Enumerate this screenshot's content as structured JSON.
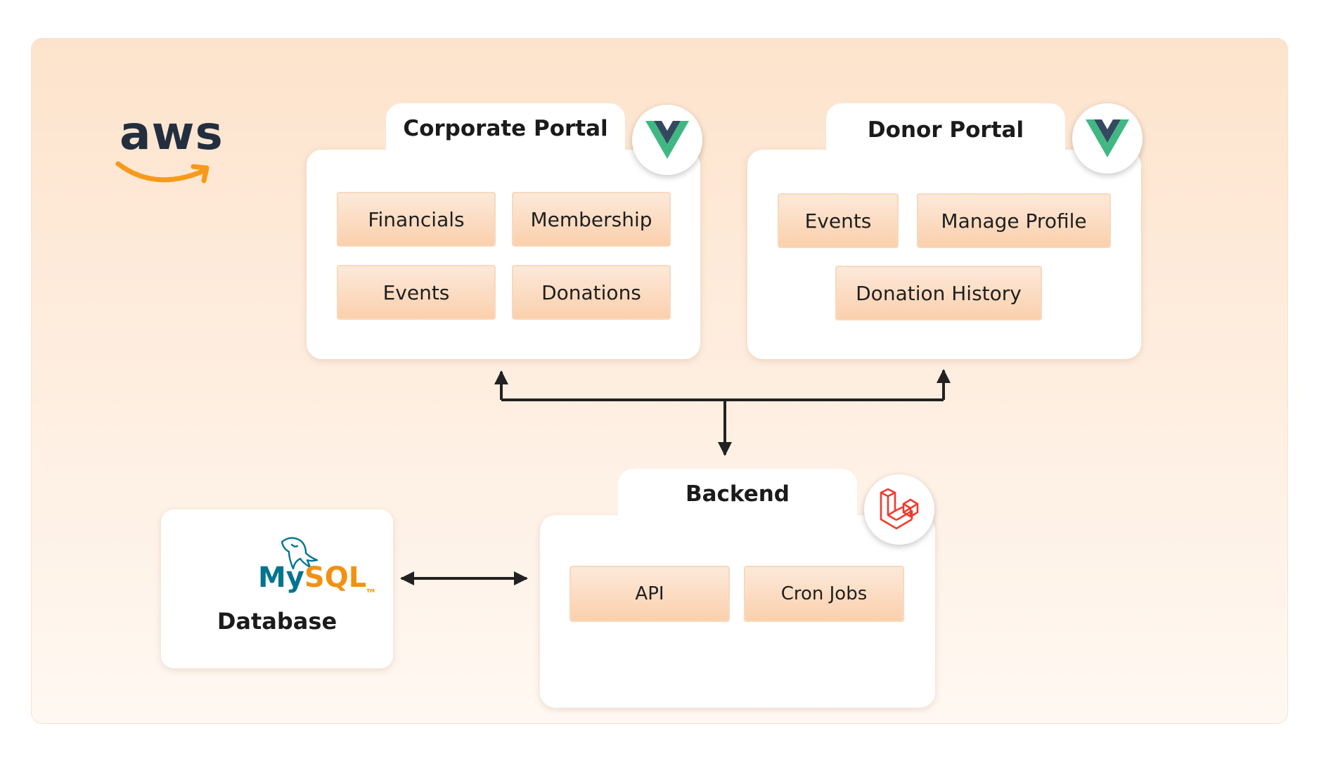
{
  "logo": {
    "text": "aws"
  },
  "corporate_portal": {
    "title": "Corporate Portal",
    "badge_icon": "vue-logo-icon",
    "items": [
      "Financials",
      "Membership",
      "Events",
      "Donations"
    ]
  },
  "donor_portal": {
    "title": "Donor Portal",
    "badge_icon": "vue-logo-icon",
    "items": [
      "Events",
      "Manage Profile",
      "Donation History"
    ]
  },
  "backend": {
    "title": "Backend",
    "badge_icon": "laravel-logo-icon",
    "items": [
      "API",
      "Cron Jobs"
    ]
  },
  "database": {
    "logo_text_1": "My",
    "logo_text_2": "SQL",
    "logo_tm": "TM",
    "title": "Database"
  },
  "colors": {
    "aws_text": "#232f3e",
    "aws_smile": "#f79a1b",
    "vue_green": "#41b883",
    "vue_dark": "#34495e",
    "laravel_red": "#ef3b2d",
    "mysql_blue": "#00758f",
    "mysql_orange": "#f29111",
    "arrow": "#222222"
  }
}
